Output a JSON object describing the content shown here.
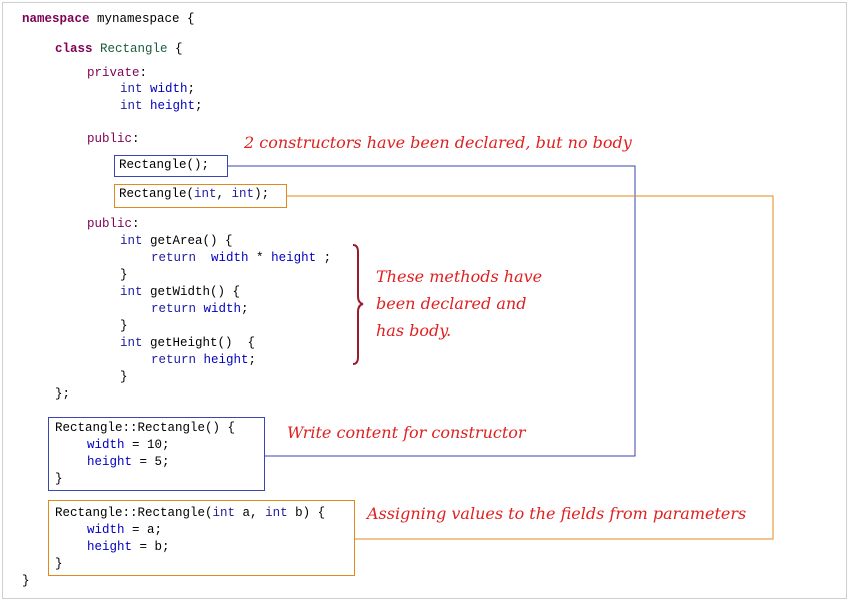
{
  "lines": {
    "ns_open": [
      [
        "namespace",
        "kw"
      ],
      [
        " mynamespace {",
        "txt"
      ]
    ],
    "class_open": [
      [
        "class",
        "kw"
      ],
      [
        " ",
        "txt"
      ],
      [
        "Rectangle",
        "cls"
      ],
      [
        " {",
        "txt"
      ]
    ],
    "private_label": [
      [
        "private",
        "kw2"
      ],
      [
        ":",
        "txt"
      ]
    ],
    "field_width": [
      [
        "int",
        "ty"
      ],
      [
        " ",
        "txt"
      ],
      [
        "width",
        "fld"
      ],
      [
        ";",
        "txt"
      ]
    ],
    "field_height": [
      [
        "int",
        "ty"
      ],
      [
        " ",
        "txt"
      ],
      [
        "height",
        "fld"
      ],
      [
        ";",
        "txt"
      ]
    ],
    "public_label_1": [
      [
        "public",
        "kw2"
      ],
      [
        ":",
        "txt"
      ]
    ],
    "ctor_decl_1": [
      [
        "Rectangle();",
        "txt"
      ]
    ],
    "ctor_decl_2": [
      [
        "Rectangle(",
        "txt"
      ],
      [
        "int",
        "ty"
      ],
      [
        ", ",
        "txt"
      ],
      [
        "int",
        "ty"
      ],
      [
        ");",
        "txt"
      ]
    ],
    "public_label_2": [
      [
        "public",
        "kw2"
      ],
      [
        ":",
        "txt"
      ]
    ],
    "getarea_sig": [
      [
        "int",
        "ty"
      ],
      [
        " getArea() {",
        "txt"
      ]
    ],
    "getarea_body": [
      [
        "return",
        "ty"
      ],
      [
        "  ",
        "txt"
      ],
      [
        "width",
        "fld"
      ],
      [
        " * ",
        "txt"
      ],
      [
        "height",
        "fld"
      ],
      [
        " ;",
        "txt"
      ]
    ],
    "close_1": [
      [
        "}",
        "txt"
      ]
    ],
    "getwidth_sig": [
      [
        "int",
        "ty"
      ],
      [
        " getWidth() {",
        "txt"
      ]
    ],
    "getwidth_body": [
      [
        "return",
        "ty"
      ],
      [
        " ",
        "txt"
      ],
      [
        "width",
        "fld"
      ],
      [
        ";",
        "txt"
      ]
    ],
    "close_2": [
      [
        "}",
        "txt"
      ]
    ],
    "getheight_sig": [
      [
        "int",
        "ty"
      ],
      [
        " getHeight()  {",
        "txt"
      ]
    ],
    "getheight_body": [
      [
        "return",
        "ty"
      ],
      [
        " ",
        "txt"
      ],
      [
        "height",
        "fld"
      ],
      [
        ";",
        "txt"
      ]
    ],
    "close_3": [
      [
        "}",
        "txt"
      ]
    ],
    "class_close": [
      [
        "};",
        "txt"
      ]
    ],
    "impl1_sig": [
      [
        "Rectangle::Rectangle() {",
        "txt"
      ]
    ],
    "impl1_w": [
      [
        "width",
        "fld"
      ],
      [
        " = 10;",
        "txt"
      ]
    ],
    "impl1_h": [
      [
        "height",
        "fld"
      ],
      [
        " = 5;",
        "txt"
      ]
    ],
    "impl1_close": [
      [
        "}",
        "txt"
      ]
    ],
    "impl2_sig": [
      [
        "Rectangle::Rectangle(",
        "txt"
      ],
      [
        "int",
        "ty"
      ],
      [
        " a, ",
        "txt"
      ],
      [
        "int",
        "ty"
      ],
      [
        " b) {",
        "txt"
      ]
    ],
    "impl2_w": [
      [
        "width",
        "fld"
      ],
      [
        " = a;",
        "txt"
      ]
    ],
    "impl2_h": [
      [
        "height",
        "fld"
      ],
      [
        " = b;",
        "txt"
      ]
    ],
    "impl2_close": [
      [
        "}",
        "txt"
      ]
    ],
    "ns_close": [
      [
        "}",
        "txt"
      ]
    ]
  },
  "annotations": {
    "constructors_note": "2 constructors have been declared, but no body",
    "methods_note_1": "These methods have",
    "methods_note_2": "been declared and",
    "methods_note_3": "has body.",
    "write_note": "Write content for constructor",
    "assign_note": "Assigning values to the fields from parameters"
  },
  "colors": {
    "annotation": "#e02020",
    "blue_box": "#3a46b0",
    "orange_box": "#e08a1e",
    "bracket": "#9b1b2e"
  }
}
